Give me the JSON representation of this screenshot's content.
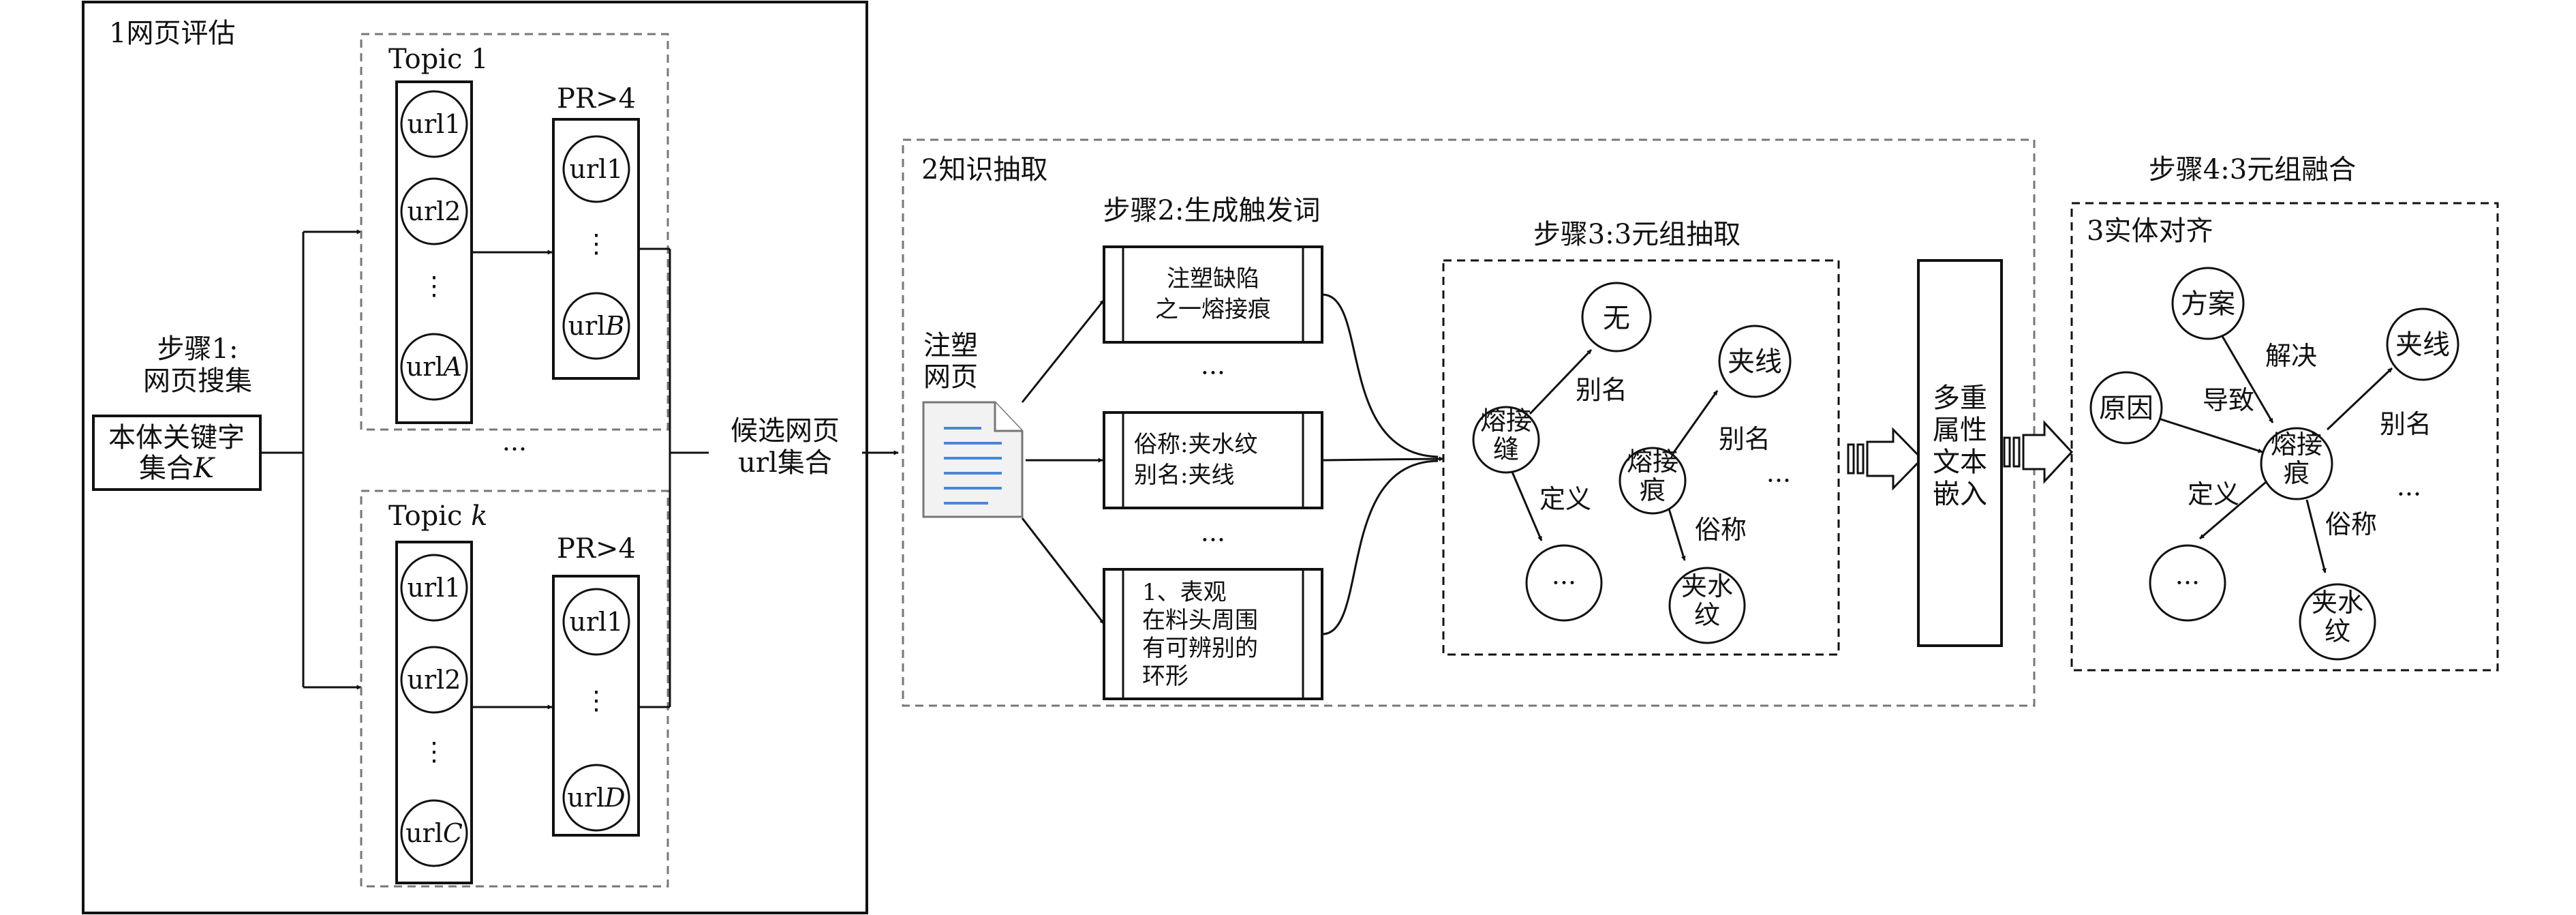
{
  "stage1": {
    "title": "1网页评估",
    "step1_line1": "步骤1:",
    "step1_line2": "网页搜集",
    "keyword_box_line1": "本体关键字",
    "keyword_box_line2_prefix": "集合",
    "keyword_box_line2_var": "K",
    "ellipsis_between_topics": "···",
    "topic1": {
      "label": "Topic 1",
      "url_items": [
        "url1",
        "url2",
        "⋮"
      ],
      "url_last_prefix": "url",
      "url_last_var": "A",
      "pr_label": "PR>4",
      "pr_items": [
        "url1",
        "⋮"
      ],
      "pr_last_prefix": "url",
      "pr_last_var": "B"
    },
    "topick": {
      "label_prefix": "Topic ",
      "label_var": "k",
      "url_items": [
        "url1",
        "url2",
        "⋮"
      ],
      "url_last_prefix": "url",
      "url_last_var": "C",
      "pr_label": "PR>4",
      "pr_items": [
        "url1",
        "⋮"
      ],
      "pr_last_prefix": "url",
      "pr_last_var": "D"
    },
    "candidate_line1": "候选网页",
    "candidate_line2": "url集合"
  },
  "stage2": {
    "title": "2知识抽取",
    "doc_label_line1": "注塑",
    "doc_label_line2": "网页",
    "step2_label": "步骤2:生成触发词",
    "trigger1": [
      "注塑缺陷",
      "之一熔接痕"
    ],
    "trigger2": [
      "俗称:夹水纹",
      "别名:夹线"
    ],
    "trigger3": [
      "1、表观",
      "在料头周围",
      "有可辨别的",
      "环形"
    ],
    "ellipsis_top": "···",
    "ellipsis_bottom": "···",
    "step3_label": "步骤3:3元组抽取",
    "graph": {
      "node_weld_seam": [
        "熔接",
        "缝"
      ],
      "node_none": "无",
      "node_dots": "···",
      "node_weld_mark": [
        "熔接",
        "痕"
      ],
      "node_clamp_line": "夹线",
      "node_water_mark": [
        "夹水",
        "纹"
      ],
      "edge_alias1": "别名",
      "edge_define": "定义",
      "edge_alias2": "别名",
      "edge_common": "俗称",
      "edge_dots": "···"
    }
  },
  "embedding": [
    "多重",
    "属性",
    "文本",
    "嵌入"
  ],
  "stage3": {
    "step4_label": "步骤4:3元组融合",
    "title": "3实体对齐",
    "graph": {
      "node_plan": "方案",
      "node_clamp_line": "夹线",
      "node_cause": "原因",
      "node_center": [
        "熔接",
        "痕"
      ],
      "node_dots": "···",
      "node_water_mark": [
        "夹水",
        "纹"
      ],
      "edge_solve": "解决",
      "edge_cause": "导致",
      "edge_alias": "别名",
      "edge_define": "定义",
      "edge_common": "俗称",
      "edge_dots": "···"
    }
  }
}
